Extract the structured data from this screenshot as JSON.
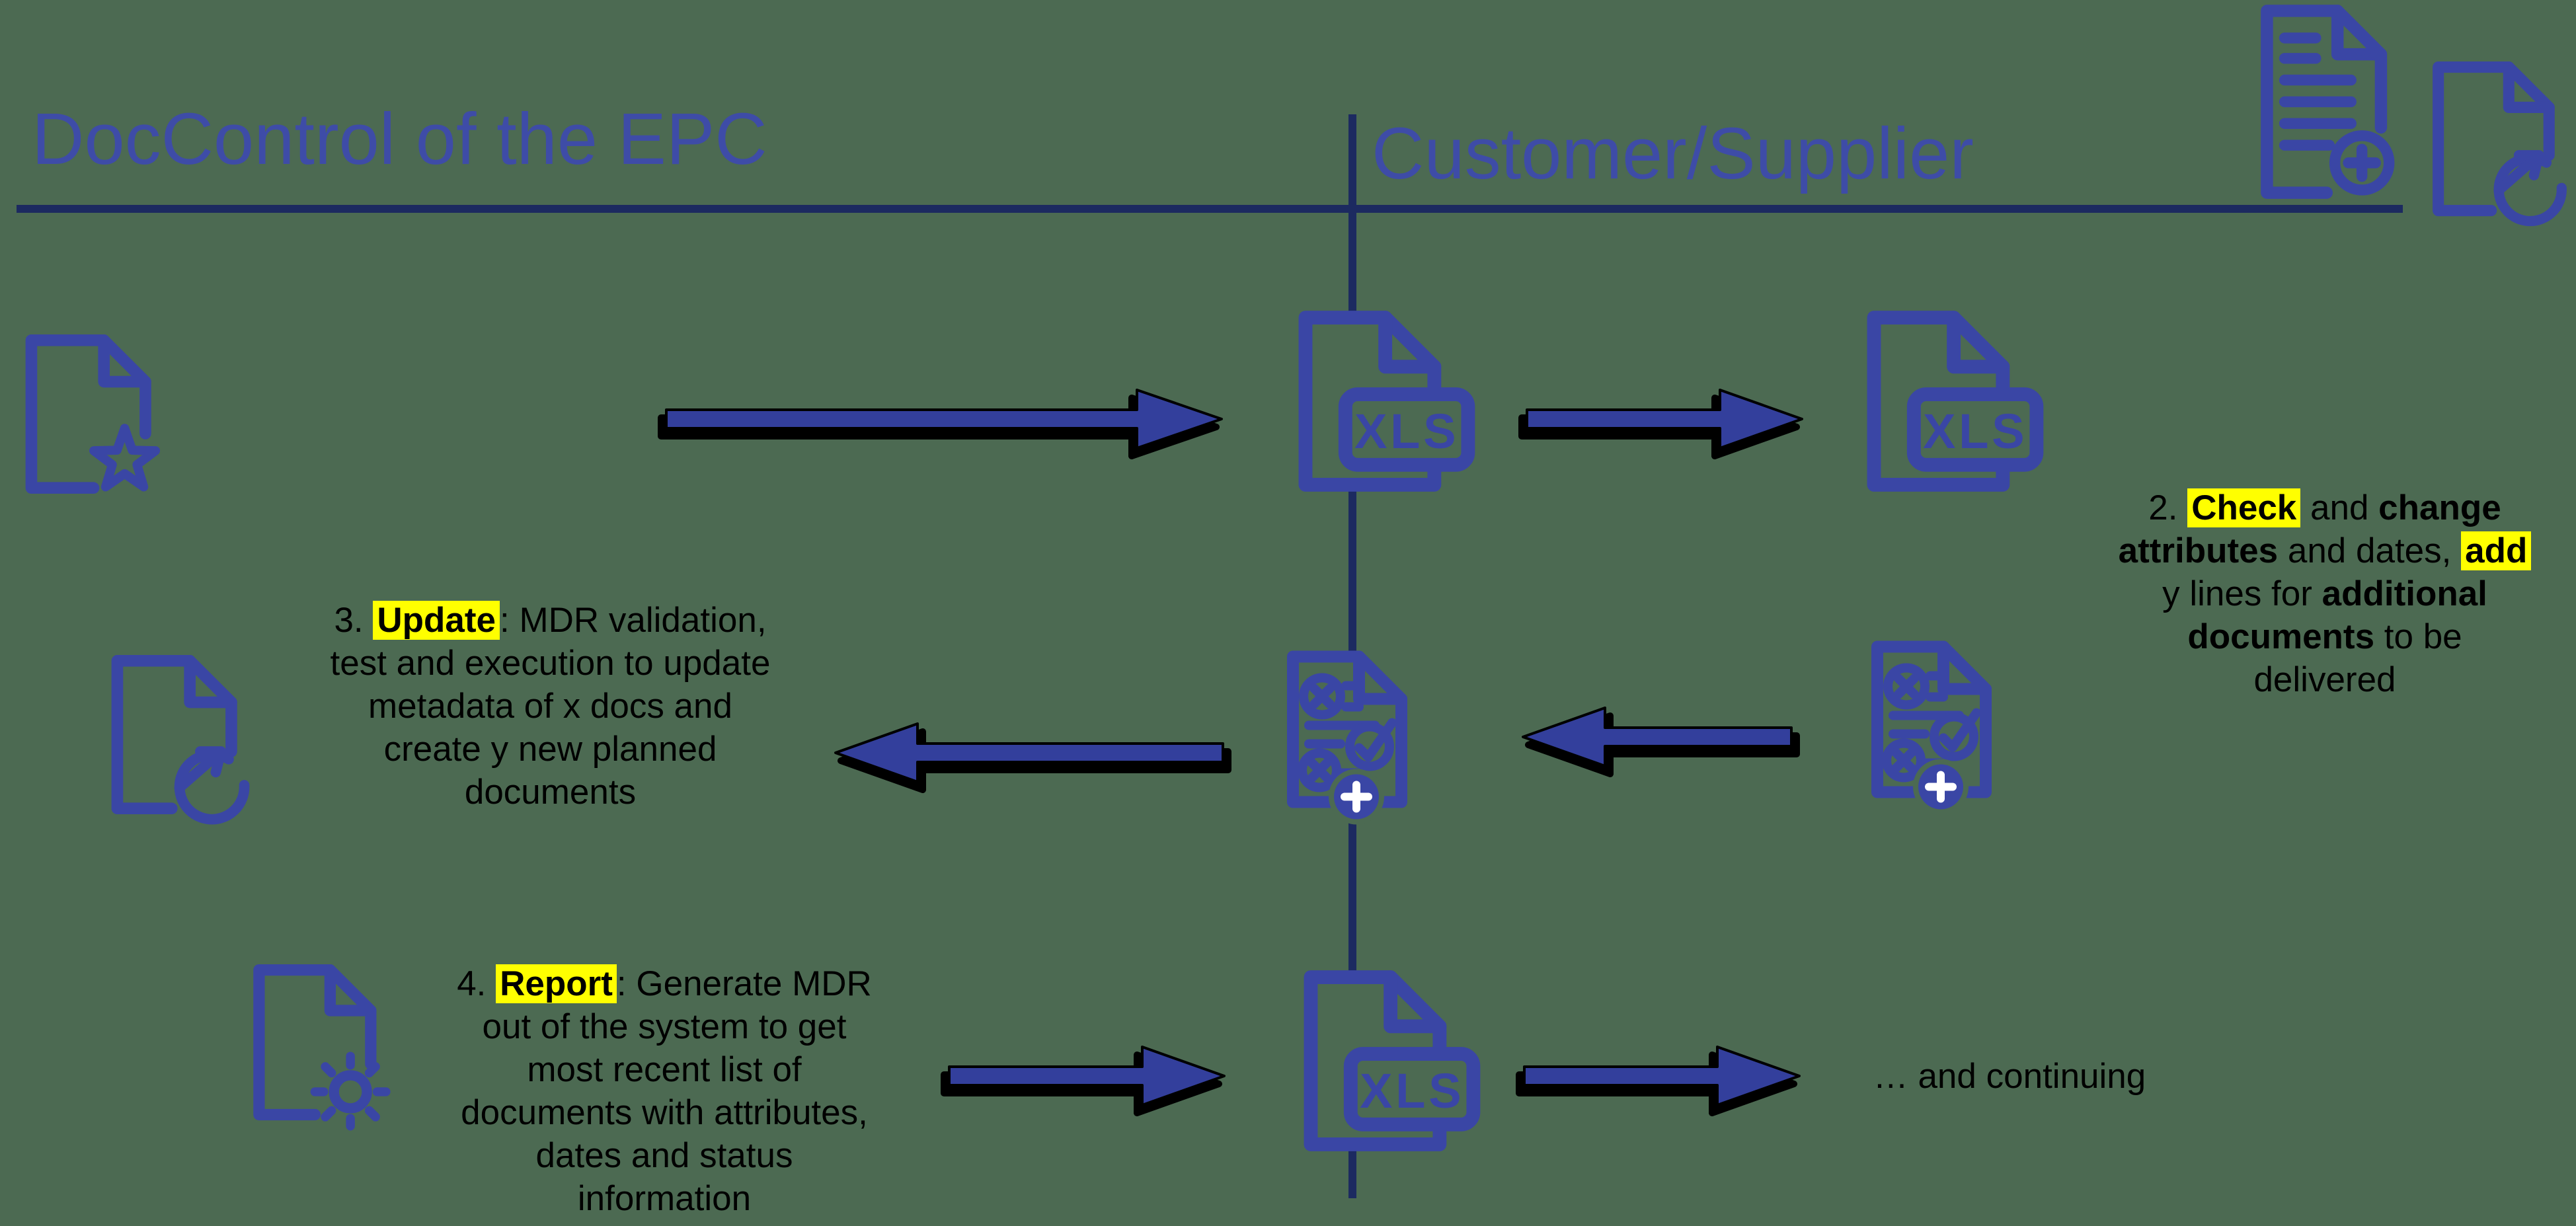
{
  "background_color": "#4c6a52",
  "colors": {
    "icon_blue": "#3a46a5",
    "header_blue": "#3e4ca7",
    "divider_navy": "#1c2a60",
    "arrow_blue": "#333f9c",
    "arrow_shadow": "#000000",
    "highlight_yellow": "#ffff00",
    "text_black": "#000000"
  },
  "headers": {
    "left": "DocControl of the EPC",
    "right": "Customer/Supplier"
  },
  "icons": {
    "xls_label": "XLS",
    "names": [
      "document-add-icon",
      "document-refresh-icon",
      "document-star-icon",
      "document-xls-icon",
      "document-validate-add-icon",
      "document-gear-icon"
    ]
  },
  "notes": {
    "note2": {
      "segments": [
        {
          "t": "2. "
        },
        {
          "t": "Check",
          "b": true,
          "h": true
        },
        {
          "t": " and "
        },
        {
          "t": "change",
          "b": true
        },
        {
          "br": true
        },
        {
          "t": "attributes",
          "b": true
        },
        {
          "t": " and dates, "
        },
        {
          "t": "add",
          "b": true,
          "h": true
        },
        {
          "br": true
        },
        {
          "t": "y lines for "
        },
        {
          "t": "additional",
          "b": true
        },
        {
          "br": true
        },
        {
          "t": "documents",
          "b": true
        },
        {
          "t": " to be"
        },
        {
          "br": true
        },
        {
          "t": "delivered"
        }
      ]
    },
    "note3": {
      "segments": [
        {
          "t": "3. "
        },
        {
          "t": "Update",
          "b": true,
          "h": true
        },
        {
          "t": ": MDR validation,"
        },
        {
          "br": true
        },
        {
          "t": "test and execution to update"
        },
        {
          "br": true
        },
        {
          "t": "metadata of x docs and"
        },
        {
          "br": true
        },
        {
          "t": "create y new planned"
        },
        {
          "br": true
        },
        {
          "t": "documents"
        }
      ]
    },
    "note4": {
      "segments": [
        {
          "t": "4. "
        },
        {
          "t": "Report",
          "b": true,
          "h": true
        },
        {
          "t": ": Generate MDR"
        },
        {
          "br": true
        },
        {
          "t": "out of the system to get"
        },
        {
          "br": true
        },
        {
          "t": "most recent list of"
        },
        {
          "br": true
        },
        {
          "t": "documents with attributes,"
        },
        {
          "br": true
        },
        {
          "t": "dates and status"
        },
        {
          "br": true
        },
        {
          "t": "information"
        }
      ]
    },
    "continuing": "… and continuing"
  }
}
